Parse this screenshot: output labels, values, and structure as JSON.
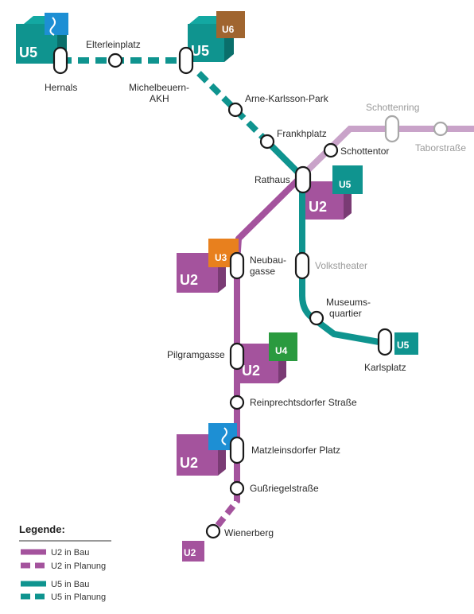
{
  "colors": {
    "u2": "#a4539d",
    "u2_light": "#c9a3c9",
    "u5": "#0f948f",
    "u3": "#e8801e",
    "u4": "#2a9a3f",
    "u6": "#a0652f",
    "u1_blue": "#1d8fd4"
  },
  "stations": {
    "hernals": "Hernals",
    "elterleinplatz": "Elterleinplatz",
    "michelbeuern_1": "Michelbeuern-",
    "michelbeuern_2": "AKH",
    "arne_karlsson_park": "Arne-Karlsson-Park",
    "frankhplatz": "Frankhplatz",
    "schottenring": "Schottenring",
    "taborstrasse": "Taborstraße",
    "schottentor": "Schottentor",
    "rathaus": "Rathaus",
    "neubaugasse_1": "Neubau-",
    "neubaugasse_2": "gasse",
    "volkstheater": "Volkstheater",
    "museumsquartier_1": "Museums-",
    "museumsquartier_2": "quartier",
    "karlsplatz": "Karlsplatz",
    "pilgramgasse": "Pilgramgasse",
    "reinprechtsdorfer_strasse": "Reinprechtsdorfer Straße",
    "matzleinsdorfer_platz": "Matzleinsdorfer Platz",
    "gussriegelstrasse": "Gußriegelstraße",
    "wienerberg": "Wienerberg"
  },
  "line_badges": {
    "u2": "U2",
    "u3": "U3",
    "u4": "U4",
    "u5": "U5",
    "u6": "U6"
  },
  "legend": {
    "title": "Legende:",
    "items": [
      {
        "label": "U2 in Bau",
        "color": "u2",
        "style": "solid"
      },
      {
        "label": "U2 in Planung",
        "color": "u2",
        "style": "dashed"
      },
      {
        "label": "U5 in Bau",
        "color": "u5",
        "style": "solid"
      },
      {
        "label": "U5 in Planung",
        "color": "u5",
        "style": "dashed"
      }
    ]
  },
  "icons": {
    "u1_wave": "wave-icon"
  }
}
